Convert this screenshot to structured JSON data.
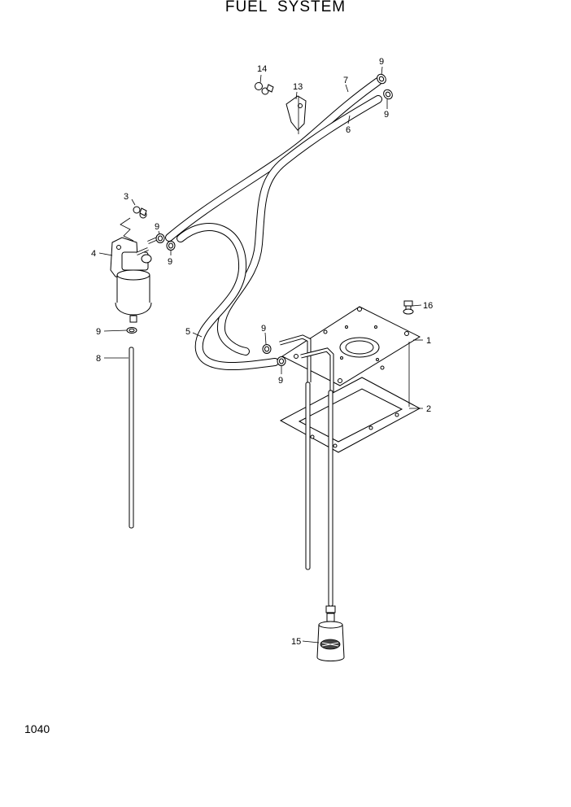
{
  "header": {
    "title": "FUEL  SYSTEM"
  },
  "footer": {
    "page_number": "1040"
  },
  "callouts": [
    "1",
    "2",
    "3",
    "4",
    "5",
    "6",
    "7",
    "8",
    "9",
    "13",
    "14",
    "15",
    "16"
  ]
}
